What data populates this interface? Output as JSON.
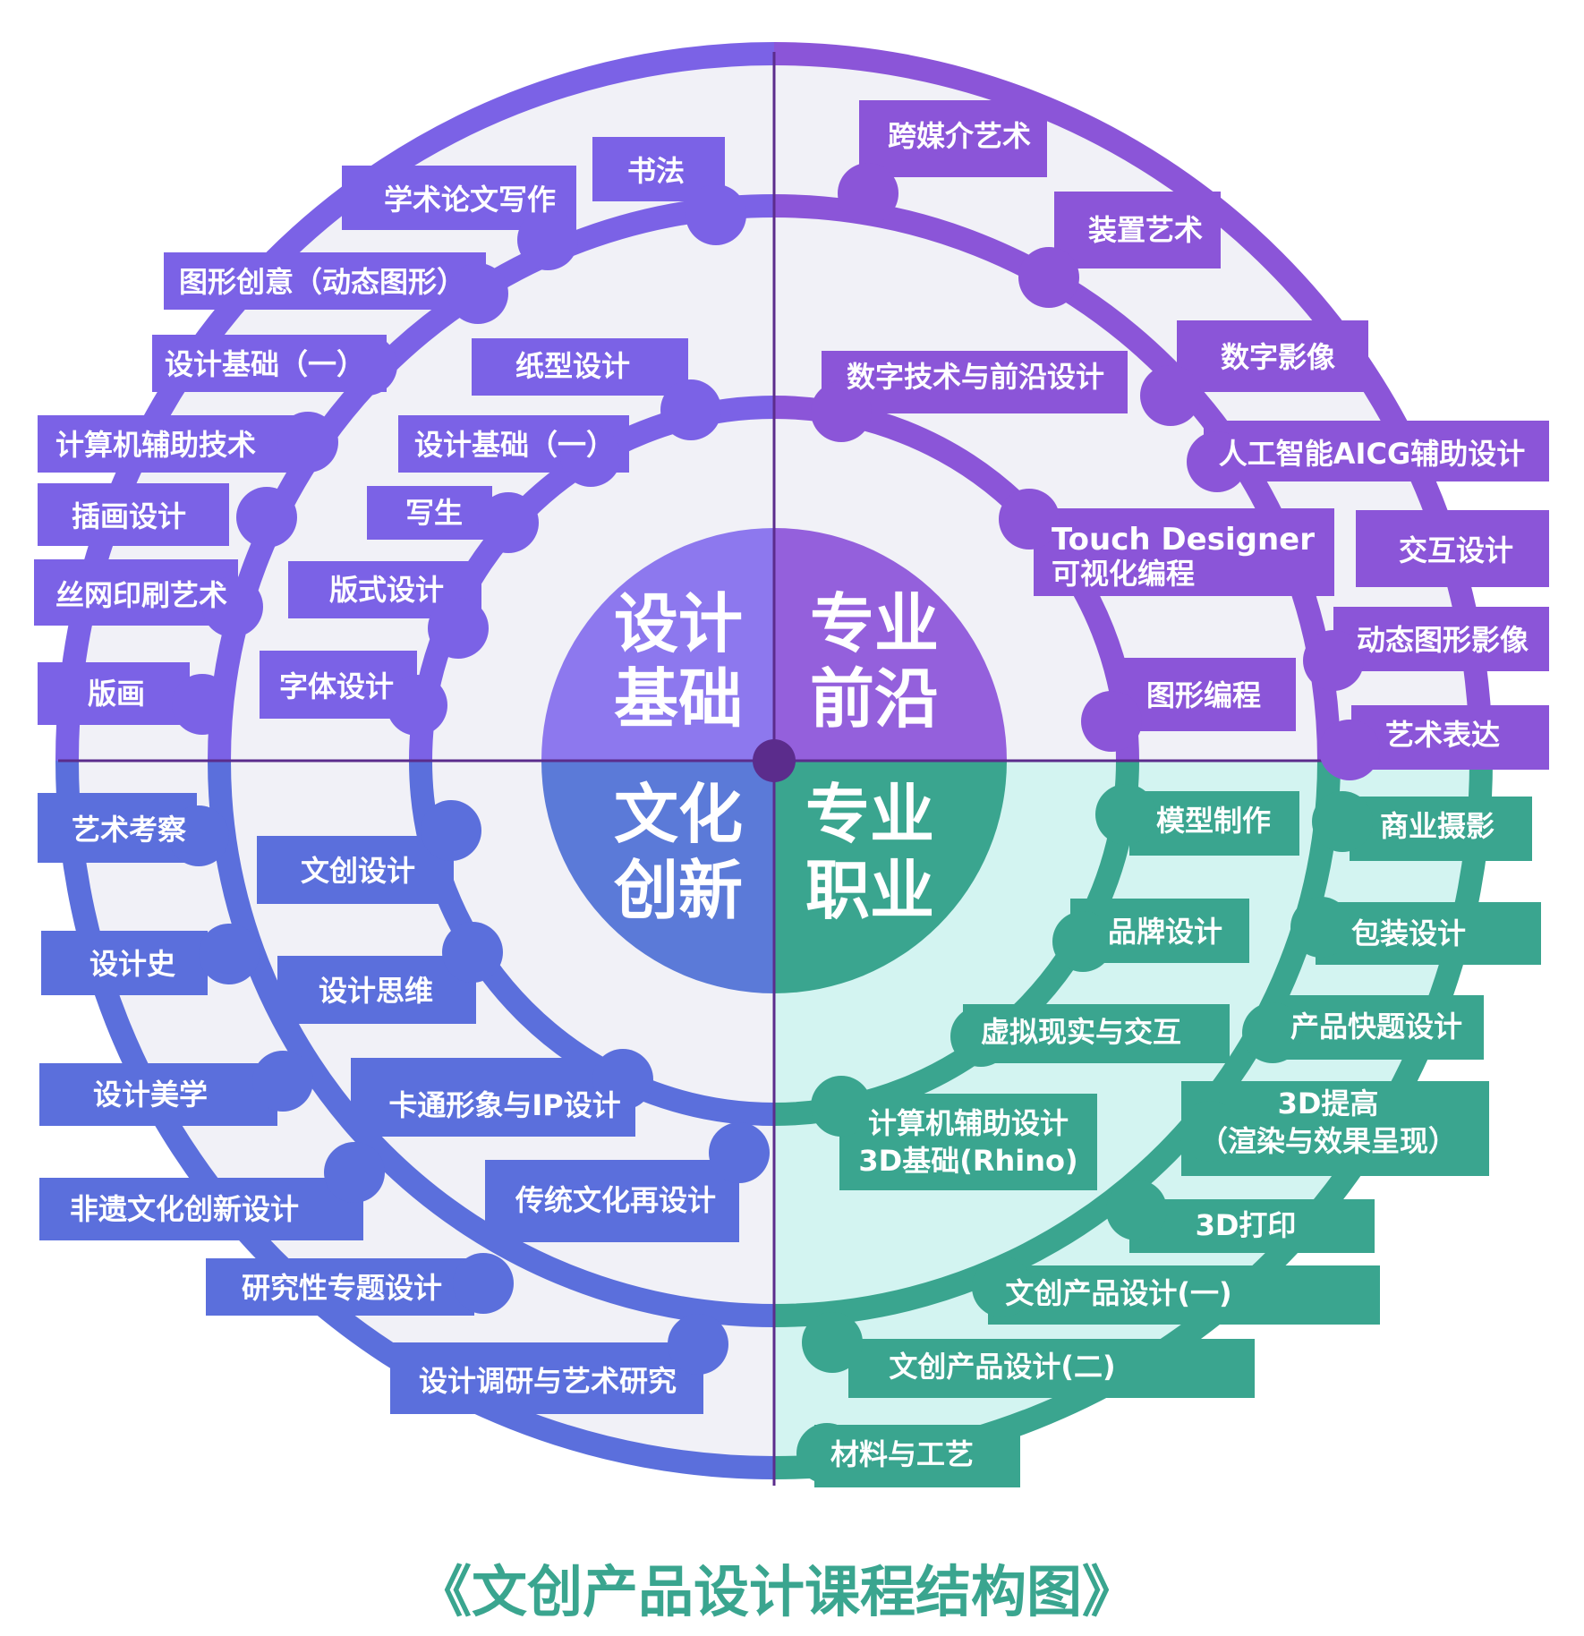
{
  "title": "《文创产品设计课程结构图》",
  "colors": {
    "design_foundation": "#7b62e6",
    "frontier": "#8b55d8",
    "culture": "#5b6fdc",
    "career": "#3aa58f",
    "career_bg": "#d3f4f1",
    "axis": "#5b2c8c",
    "inner_bg": "#f1f1f7"
  },
  "quadrants": [
    {
      "id": "tl",
      "line1": "设计",
      "line2": "基础"
    },
    {
      "id": "tr",
      "line1": "专业",
      "line2": "前沿"
    },
    {
      "id": "bl",
      "line1": "文化",
      "line2": "创新"
    },
    {
      "id": "br",
      "line1": "专业",
      "line2": "职业"
    }
  ],
  "courses": {
    "design_foundation": [
      "书法",
      "学术论文写作",
      "图形创意（动态图形）",
      "设计基础（一）",
      "纸型设计",
      "计算机辅助技术",
      "设计基础（一）",
      "插画设计",
      "写生",
      "丝网印刷艺术",
      "版式设计",
      "版画",
      "字体设计"
    ],
    "frontier": [
      "跨媒介艺术",
      "装置艺术",
      "数字影像",
      "数字技术与前沿设计",
      "人工智能AICG辅助设计",
      "Touch Designer",
      "可视化编程",
      "交互设计",
      "动态图形影像",
      "图形编程",
      "艺术表达"
    ],
    "culture": [
      "艺术考察",
      "文创设计",
      "设计史",
      "设计思维",
      "设计美学",
      "卡通形象与IP设计",
      "非遗文化创新设计",
      "传统文化再设计",
      "研究性专题设计",
      "设计调研与艺术研究"
    ],
    "career": [
      "模型制作",
      "商业摄影",
      "品牌设计",
      "包装设计",
      "虚拟现实与交互",
      "产品快题设计",
      "计算机辅助设计",
      "3D基础(Rhino)",
      "3D提高",
      "（渲染与效果呈现）",
      "3D打印",
      "文创产品设计(一)",
      "文创产品设计(二)",
      "材料与工艺"
    ]
  }
}
